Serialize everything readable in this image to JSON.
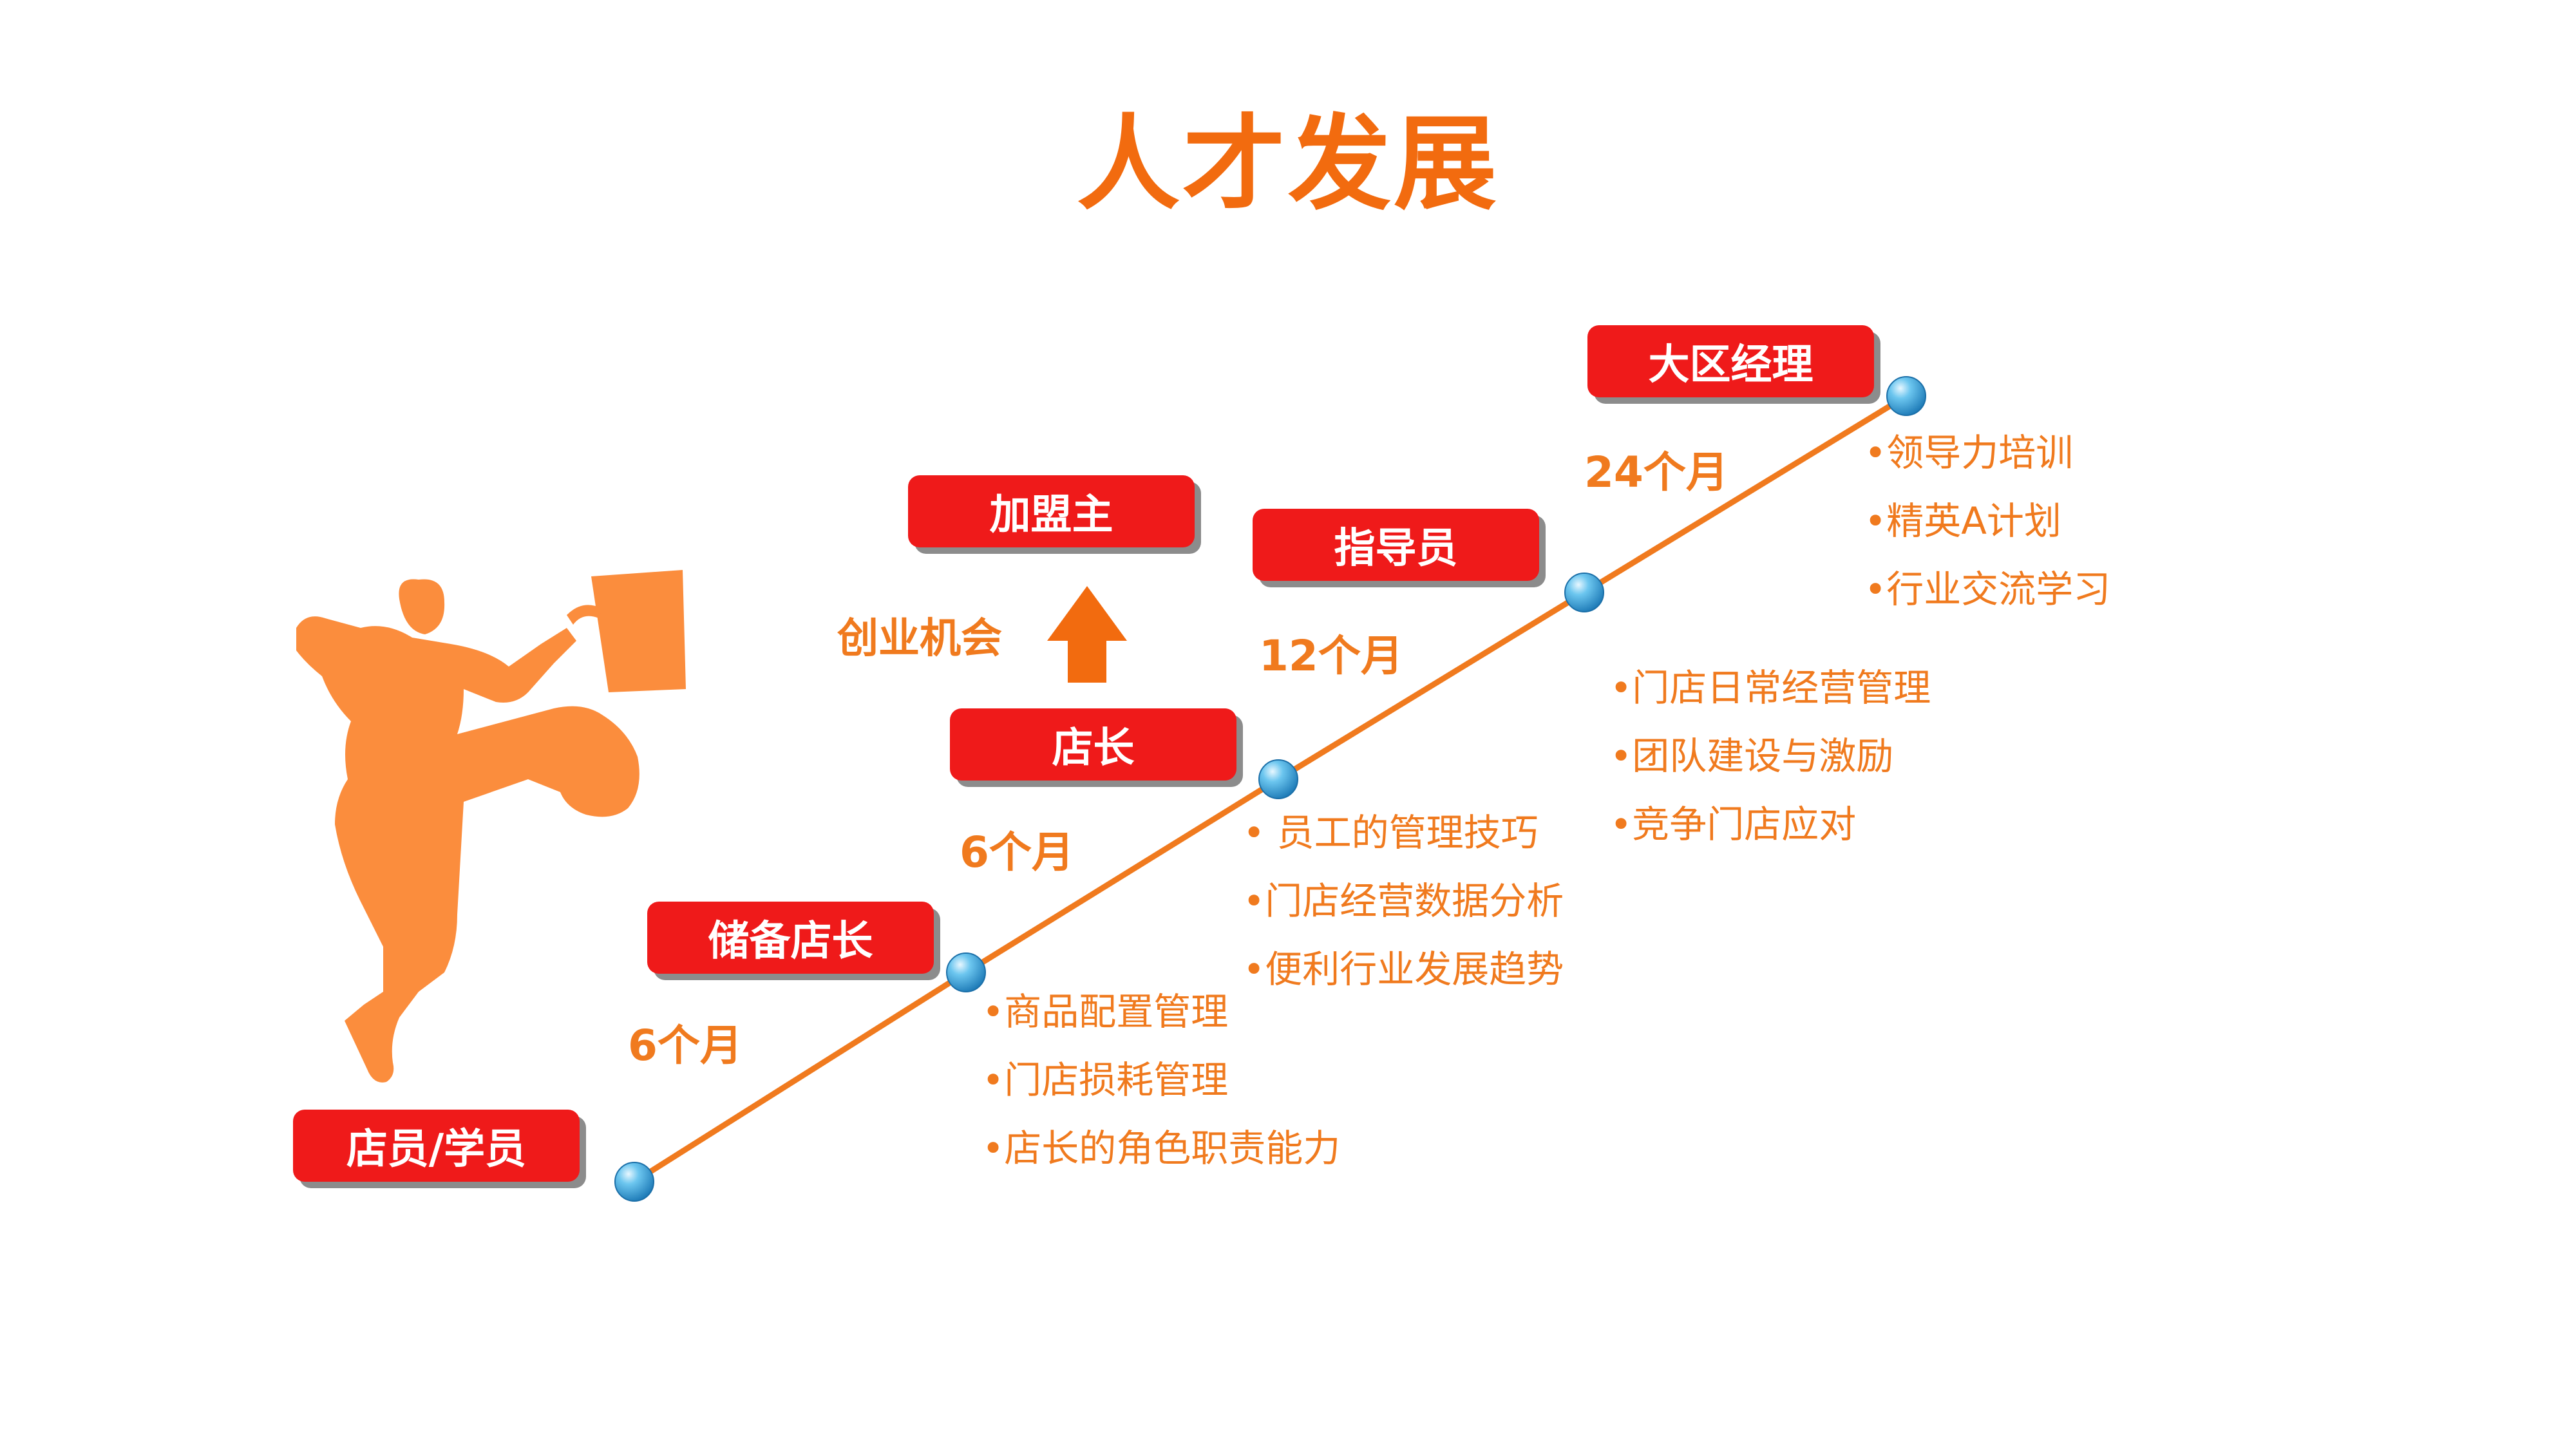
{
  "title": "人才发展",
  "opportunity_label": "创业机会",
  "colors": {
    "accent": "#f26b0f",
    "badge": "#ef1a1a",
    "line": "#f07a1e",
    "node": "#3aa6d9"
  },
  "stages": [
    {
      "label": "店员/学员"
    },
    {
      "label": "储备店长",
      "duration": "6个月",
      "skills": [
        "•商品配置管理",
        "•门店损耗管理",
        "•店长的角色职责能力"
      ]
    },
    {
      "label": "店长",
      "duration": "6个月",
      "skills": [
        "• 员工的管理技巧",
        "•门店经营数据分析",
        "•便利行业发展趋势"
      ]
    },
    {
      "label": "指导员",
      "duration": "12个月",
      "skills": [
        "•门店日常经营管理",
        "•团队建设与激励",
        "•竞争门店应对"
      ]
    },
    {
      "label": "大区经理",
      "duration": "24个月",
      "skills": [
        "•领导力培训",
        "•精英A计划",
        "•行业交流学习"
      ]
    }
  ],
  "branch": {
    "label": "加盟主"
  }
}
